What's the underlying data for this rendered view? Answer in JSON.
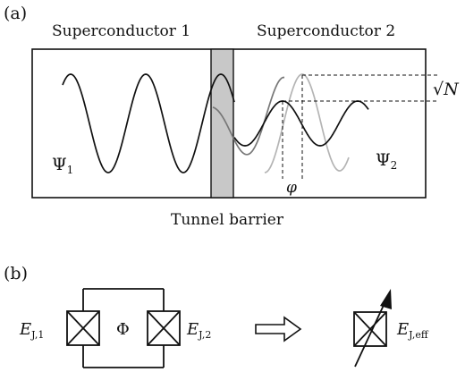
{
  "panel_a": {
    "label": "(a)",
    "left_title": "Superconductor 1",
    "right_title": "Superconductor 2",
    "barrier_label": "Tunnel barrier",
    "psi1": "Ψ",
    "psi1_sub": "1",
    "psi2": "Ψ",
    "psi2_sub": "2",
    "sqrt_label": "√N",
    "phase_label": "φ"
  },
  "panel_b": {
    "label": "(b)",
    "ej1": "E",
    "ej1_sub": "J,1",
    "flux": "Φ",
    "ej2": "E",
    "ej2_sub": "J,2",
    "ejeff": "E",
    "ejeff_sub": "J,eff"
  },
  "colors": {
    "line": "#111111",
    "barrier_fill": "#c8c8c8",
    "wave_mid": "#777777",
    "wave_light": "#b4b4b4"
  }
}
